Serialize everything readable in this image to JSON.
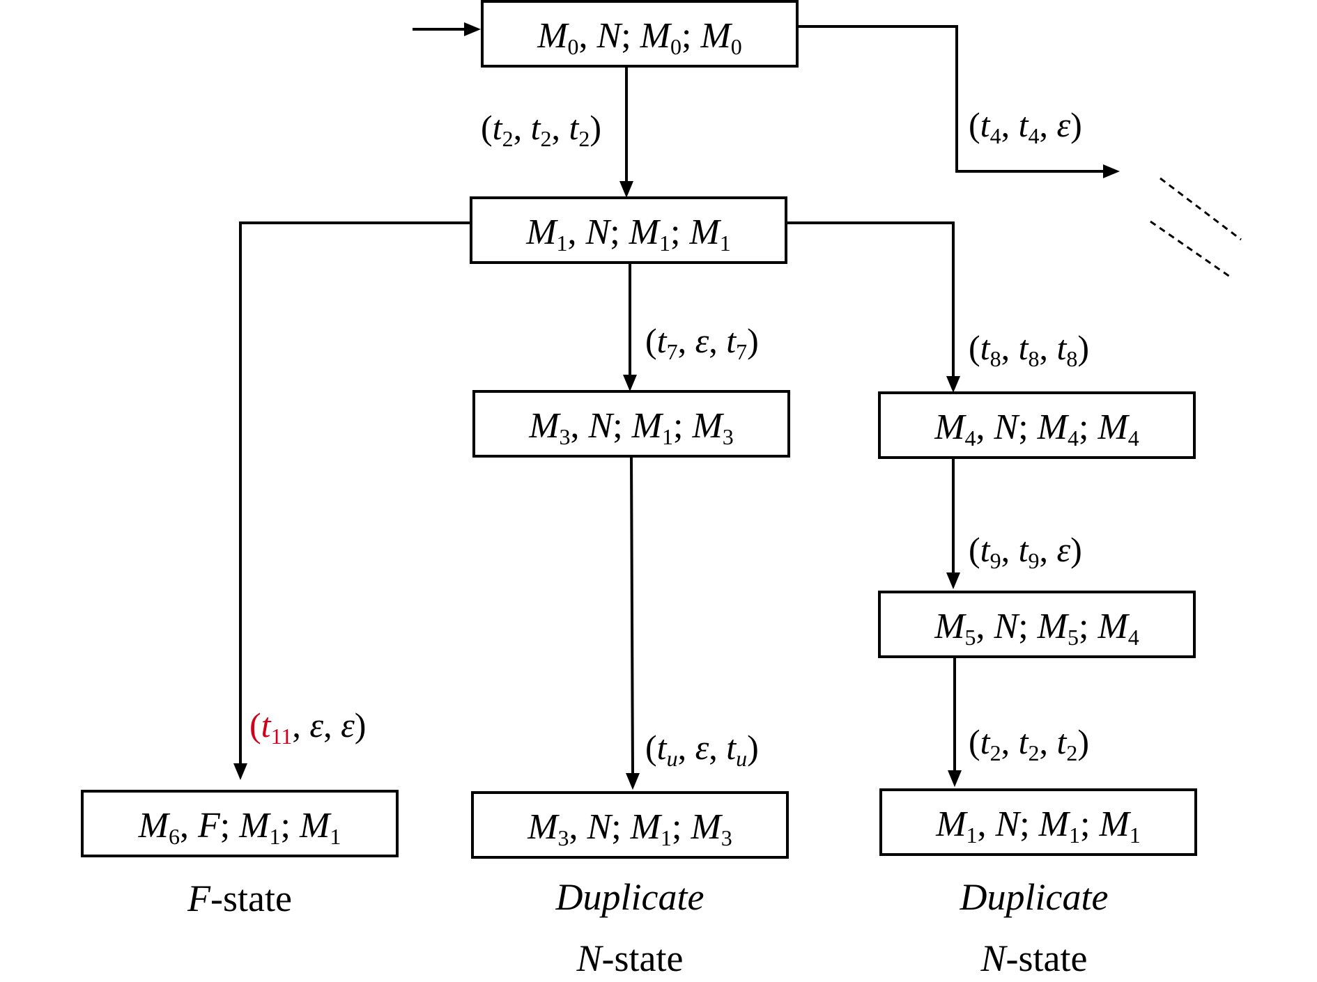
{
  "accent_color": "#d0021b",
  "nodes": [
    {
      "id": "n0",
      "marking": {
        "sym": "M",
        "sub": "0"
      },
      "flag": "N",
      "obs": {
        "sym": "M",
        "sub": "0"
      },
      "est": {
        "sym": "M",
        "sub": "0"
      }
    },
    {
      "id": "n1",
      "marking": {
        "sym": "M",
        "sub": "1"
      },
      "flag": "N",
      "obs": {
        "sym": "M",
        "sub": "1"
      },
      "est": {
        "sym": "M",
        "sub": "1"
      }
    },
    {
      "id": "n3",
      "marking": {
        "sym": "M",
        "sub": "3"
      },
      "flag": "N",
      "obs": {
        "sym": "M",
        "sub": "1"
      },
      "est": {
        "sym": "M",
        "sub": "3"
      }
    },
    {
      "id": "n4",
      "marking": {
        "sym": "M",
        "sub": "4"
      },
      "flag": "N",
      "obs": {
        "sym": "M",
        "sub": "4"
      },
      "est": {
        "sym": "M",
        "sub": "4"
      }
    },
    {
      "id": "n5",
      "marking": {
        "sym": "M",
        "sub": "5"
      },
      "flag": "N",
      "obs": {
        "sym": "M",
        "sub": "5"
      },
      "est": {
        "sym": "M",
        "sub": "4"
      }
    },
    {
      "id": "n6",
      "marking": {
        "sym": "M",
        "sub": "6"
      },
      "flag": "F",
      "obs": {
        "sym": "M",
        "sub": "1"
      },
      "est": {
        "sym": "M",
        "sub": "1"
      }
    },
    {
      "id": "n3dup",
      "marking": {
        "sym": "M",
        "sub": "3"
      },
      "flag": "N",
      "obs": {
        "sym": "M",
        "sub": "1"
      },
      "est": {
        "sym": "M",
        "sub": "3"
      }
    },
    {
      "id": "n1dup",
      "marking": {
        "sym": "M",
        "sub": "1"
      },
      "flag": "N",
      "obs": {
        "sym": "M",
        "sub": "1"
      },
      "est": {
        "sym": "M",
        "sub": "1"
      }
    }
  ],
  "edges": [
    {
      "id": "e_t2",
      "from": "n0",
      "to": "n1",
      "a": {
        "sym": "t",
        "sub": "2"
      },
      "b": {
        "sym": "t",
        "sub": "2"
      },
      "c": {
        "sym": "t",
        "sub": "2"
      }
    },
    {
      "id": "e_t4",
      "from": "n0",
      "to": "truncated",
      "a": {
        "sym": "t",
        "sub": "4"
      },
      "b": {
        "sym": "t",
        "sub": "4"
      },
      "c": {
        "sym": "ε",
        "sub": ""
      }
    },
    {
      "id": "e_t7",
      "from": "n1",
      "to": "n3",
      "a": {
        "sym": "t",
        "sub": "7"
      },
      "b": {
        "sym": "ε",
        "sub": ""
      },
      "c": {
        "sym": "t",
        "sub": "7"
      }
    },
    {
      "id": "e_t8",
      "from": "n1",
      "to": "n4",
      "a": {
        "sym": "t",
        "sub": "8"
      },
      "b": {
        "sym": "t",
        "sub": "8"
      },
      "c": {
        "sym": "t",
        "sub": "8"
      }
    },
    {
      "id": "e_t11",
      "from": "n1",
      "to": "n6",
      "a": {
        "sym": "t",
        "sub": "11"
      },
      "b": {
        "sym": "ε",
        "sub": ""
      },
      "c": {
        "sym": "ε",
        "sub": ""
      },
      "highlight": true
    },
    {
      "id": "e_tu",
      "from": "n3",
      "to": "n3dup",
      "a": {
        "sym": "t",
        "sub": "u"
      },
      "b": {
        "sym": "ε",
        "sub": ""
      },
      "c": {
        "sym": "t",
        "sub": "u"
      }
    },
    {
      "id": "e_t9",
      "from": "n4",
      "to": "n5",
      "a": {
        "sym": "t",
        "sub": "9"
      },
      "b": {
        "sym": "t",
        "sub": "9"
      },
      "c": {
        "sym": "ε",
        "sub": ""
      }
    },
    {
      "id": "e_t2b",
      "from": "n5",
      "to": "n1dup",
      "a": {
        "sym": "t",
        "sub": "2"
      },
      "b": {
        "sym": "t",
        "sub": "2"
      },
      "c": {
        "sym": "t",
        "sub": "2"
      }
    }
  ],
  "captions": [
    {
      "id": "cap_f",
      "lines": [
        {
          "it": "F",
          "rest": "-state"
        }
      ]
    },
    {
      "id": "cap_dup1",
      "lines": [
        {
          "it": "Duplicate",
          "rest": ""
        },
        {
          "it": "N",
          "rest": "-state"
        }
      ]
    },
    {
      "id": "cap_dup2",
      "lines": [
        {
          "it": "Duplicate",
          "rest": ""
        },
        {
          "it": "N",
          "rest": "-state"
        }
      ]
    }
  ]
}
